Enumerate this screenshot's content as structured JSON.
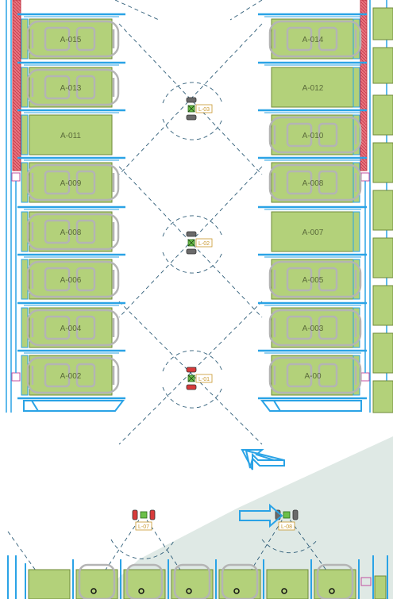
{
  "canvas": {
    "name": "parking-floor-plan",
    "colors": {
      "slot": "#b3d17a",
      "slot_border": "#6f8a3a",
      "beam": "#2aa3e6",
      "car": "#b4b4b4",
      "sensor_line": "#2f5d78",
      "zone": "#dfe9e5",
      "rail": "#e0505c",
      "lamp_label": "#c8962a"
    }
  },
  "slots": [
    {
      "id": "A-015",
      "side": "left",
      "row": 0,
      "car": true
    },
    {
      "id": "A-014",
      "side": "right",
      "row": 0,
      "car": true
    },
    {
      "id": "A-013",
      "side": "left",
      "row": 1,
      "car": true
    },
    {
      "id": "A-012",
      "side": "right",
      "row": 1,
      "car": false
    },
    {
      "id": "A-011",
      "side": "left",
      "row": 2,
      "car": false
    },
    {
      "id": "A-010",
      "side": "right",
      "row": 2,
      "car": true
    },
    {
      "id": "A-009",
      "side": "left",
      "row": 3,
      "car": true
    },
    {
      "id": "A-008",
      "side": "right",
      "row": 3,
      "car": true
    },
    {
      "id": "A-008",
      "side": "left",
      "row": 4,
      "car": true
    },
    {
      "id": "A-007",
      "side": "right",
      "row": 4,
      "car": false
    },
    {
      "id": "A-006",
      "side": "left",
      "row": 5,
      "car": true
    },
    {
      "id": "A-005",
      "side": "right",
      "row": 5,
      "car": true
    },
    {
      "id": "A-004",
      "side": "left",
      "row": 6,
      "car": true
    },
    {
      "id": "A-003",
      "side": "right",
      "row": 6,
      "car": true
    },
    {
      "id": "A-002",
      "side": "left",
      "row": 7,
      "car": true
    },
    {
      "id": "A-00",
      "side": "right",
      "row": 7,
      "car": true
    }
  ],
  "lamps": [
    {
      "id": "L-03",
      "state": "green"
    },
    {
      "id": "L-02",
      "state": "green"
    },
    {
      "id": "L-01",
      "state": "red"
    },
    {
      "id": "L-07",
      "state": "red"
    },
    {
      "id": "L-08",
      "state": "green"
    }
  ],
  "arrows": [
    {
      "name": "direction-arrow-upleft",
      "direction": "up-left"
    },
    {
      "name": "direction-arrow-right",
      "direction": "right"
    }
  ]
}
